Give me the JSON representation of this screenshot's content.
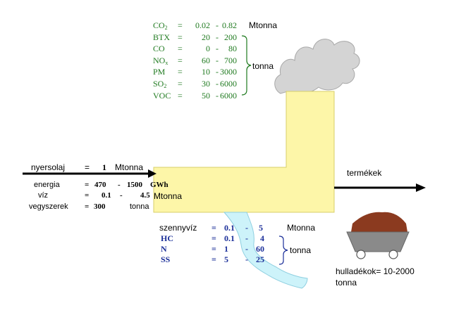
{
  "emissions": {
    "color": "#1f7a1f",
    "rows": [
      {
        "pollutant": "CO",
        "sub": "2",
        "eq": "=",
        "min": "0.02",
        "dash": "-",
        "max": "0.82"
      },
      {
        "pollutant": "BTX",
        "sub": "",
        "eq": "=",
        "min": "20",
        "dash": "-",
        "max": "200"
      },
      {
        "pollutant": "CO",
        "sub": "",
        "eq": "=",
        "min": "0",
        "dash": "-",
        "max": "80"
      },
      {
        "pollutant": "NO",
        "sub": "x",
        "eq": "=",
        "min": "60",
        "dash": "-",
        "max": "700"
      },
      {
        "pollutant": "PM",
        "sub": "",
        "eq": "=",
        "min": "10",
        "dash": "-",
        "max": "3000"
      },
      {
        "pollutant": "SO",
        "sub": "2",
        "eq": "=",
        "min": "30",
        "dash": "-",
        "max": "6000"
      },
      {
        "pollutant": "VOC",
        "sub": "",
        "eq": "=",
        "min": "50",
        "dash": "-",
        "max": "6000"
      }
    ],
    "co2_unit": "Mtonna",
    "group_unit": "tonna"
  },
  "inputs": {
    "crude": {
      "label": "nyersolaj",
      "eq": "=",
      "value": "1",
      "unit": "Mtonna"
    },
    "energy": {
      "label": "energia",
      "eq": "=",
      "min": "470",
      "dash": "-",
      "max": "1500",
      "unit": "GWh"
    },
    "water": {
      "label": "víz",
      "eq": "=",
      "min": "0.1",
      "dash": "-",
      "max": "4.5",
      "unit": "Mtonna"
    },
    "chemicals": {
      "label": "vegyszerek",
      "eq": "=",
      "value": "300",
      "unit": "tonna"
    }
  },
  "products": {
    "label": "termékek"
  },
  "wastewater": {
    "color": "#1b2f99",
    "main": {
      "label": "szennyvíz",
      "eq": "=",
      "min": "0.1",
      "dash": "-",
      "max": "5",
      "unit": "Mtonna"
    },
    "rows": [
      {
        "label": "HC",
        "eq": "=",
        "min": "0.1",
        "dash": "-",
        "max": "4"
      },
      {
        "label": "N",
        "eq": "=",
        "min": "1",
        "dash": "-",
        "max": "60"
      },
      {
        "label": "SS",
        "eq": "=",
        "min": "5",
        "dash": "-",
        "max": "25"
      }
    ],
    "group_unit": "tonna"
  },
  "waste": {
    "label": "hulladékok= 10-2000",
    "unit": "tonna"
  },
  "colors": {
    "plant": "#fdf6a8",
    "plant_stroke": "#d8cf6a",
    "smoke": "#d4d4d4",
    "water": "#cdf3fa",
    "cart": "#8a8a8a",
    "waste_pile": "#8b3a1f"
  }
}
